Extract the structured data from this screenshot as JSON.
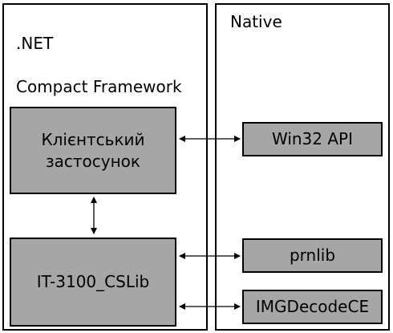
{
  "colors": {
    "box_fill": "#a6a6a6",
    "border": "#000000",
    "background": "#ffffff"
  },
  "panels": {
    "managed": {
      "title_line1": ".NET",
      "title_line2": "Compact Framework"
    },
    "native": {
      "title": "Native"
    }
  },
  "boxes": {
    "client_app": {
      "line1": "Клієнтський",
      "line2": "застосунок"
    },
    "cslib": {
      "label": "IT-3100_CSLib"
    },
    "win32_api": {
      "label": "Win32 API"
    },
    "prnlib": {
      "label": "prnlib"
    },
    "imgdecodece": {
      "label": "IMGDecodeCE"
    }
  },
  "connections": [
    {
      "from": "client_app",
      "to": "win32_api",
      "direction": "bidirectional"
    },
    {
      "from": "client_app",
      "to": "cslib",
      "direction": "bidirectional"
    },
    {
      "from": "cslib",
      "to": "prnlib",
      "direction": "bidirectional"
    },
    {
      "from": "cslib",
      "to": "imgdecodece",
      "direction": "bidirectional"
    }
  ]
}
